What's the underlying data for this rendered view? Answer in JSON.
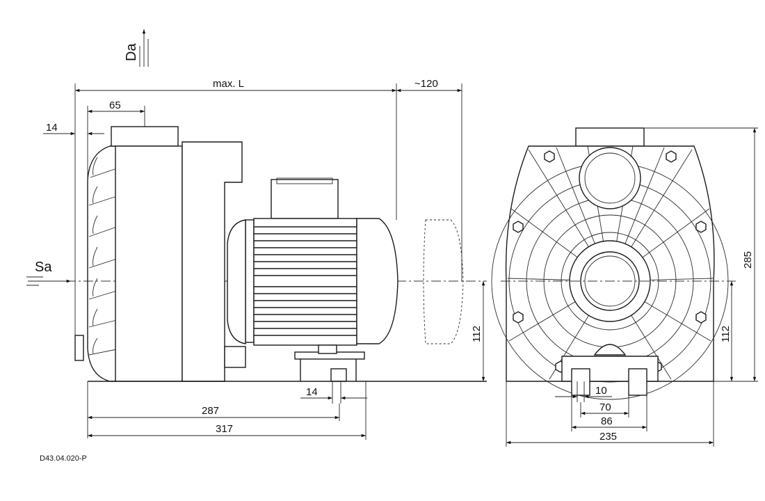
{
  "drawing_id": "D43.04.020-P",
  "flow_labels": {
    "discharge": "Da",
    "suction": "Sa"
  },
  "dimensions": {
    "max_length": "max. L",
    "motor_cover_clearance": "~120",
    "inlet_width": "65",
    "inlet_offset": "14",
    "foot_offset": "14",
    "foot_to_bolt": "287",
    "overall_length": "317",
    "side_shaft_height": "112",
    "front_shaft_height": "112",
    "front_total_height": "285",
    "foot_hole": "10",
    "foot_inner": "70",
    "foot_outer": "86",
    "front_width": "235"
  }
}
